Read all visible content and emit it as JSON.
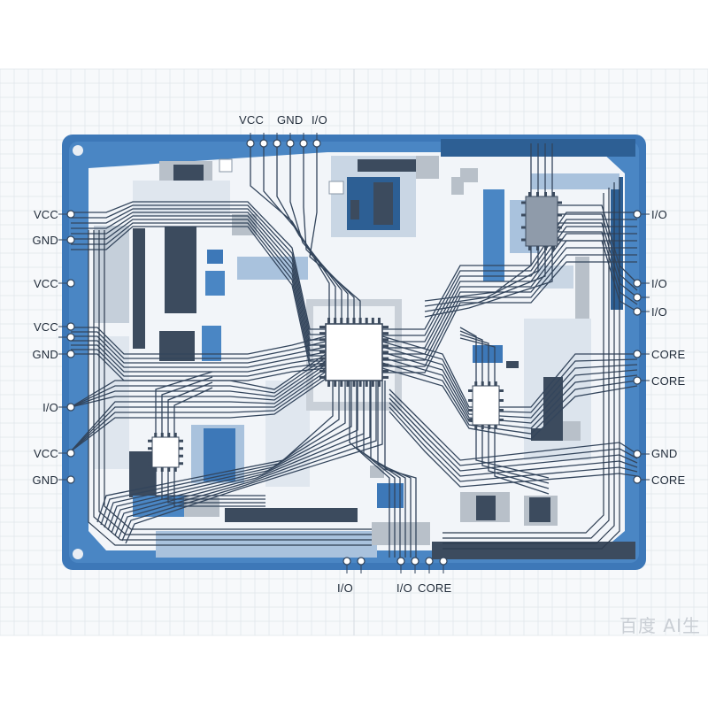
{
  "colors": {
    "board_blue": "#3d78b8",
    "board_dark": "#2d5f94",
    "light_blue": "#a9c2dd",
    "pale": "#e7edf4",
    "gray": "#b8c0c9",
    "slate": "#3c4b5e",
    "trace": "#33455c",
    "pin": "#ffffff"
  },
  "labels": {
    "top": [
      "VCC",
      "GND",
      "I/O"
    ],
    "left": [
      "VCC",
      "GND",
      "VCC",
      "VCC",
      "GND",
      "I/O",
      "VCC",
      "GND"
    ],
    "right": [
      "I/O",
      "I/O",
      "I/O",
      "CORE",
      "CORE",
      "GND",
      "CORE"
    ],
    "bottom": [
      "I/O",
      "I/O",
      "CORE"
    ]
  },
  "watermark": "百度 AI生"
}
